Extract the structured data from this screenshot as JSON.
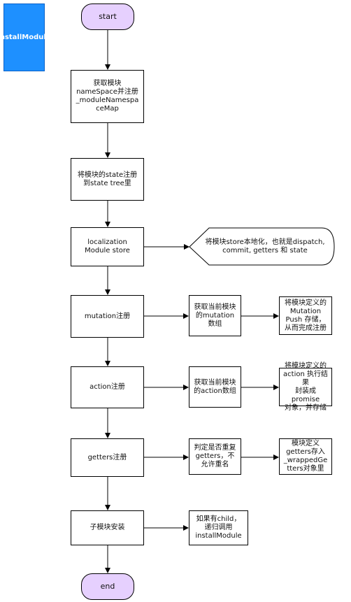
{
  "title": "installModule",
  "nodes": {
    "start": "start",
    "step1": "获取模块\nnameSpace并注册\n_moduleNamespa\nceMap",
    "step2": "将模块的state注册\n到state tree里",
    "step3": "localization\nModule store",
    "step3_note": "将模块store本地化，也就是dispatch,\ncommit, getters 和 state",
    "step4": "mutation注册",
    "step4_a": "获取当前模块\n的mutation\n数组",
    "step4_b": "将模块定义的\nMutation\nPush 存储，\n从而完成注册",
    "step5": "action注册",
    "step5_a": "获取当前模块\n的action数组",
    "step5_b": "将模块定义的\naction 执行结果\n封装成promise\n对象，并存储",
    "step6": "getters注册",
    "step6_a": "判定是否重复\ngetters，不\n允许重名",
    "step6_b": "模块定义\ngetters存入\n_wrappedGe\ntters对象里",
    "step7": "子模块安装",
    "step7_a": "如果有child，\n递归调用\ninstallModule",
    "end": "end"
  }
}
